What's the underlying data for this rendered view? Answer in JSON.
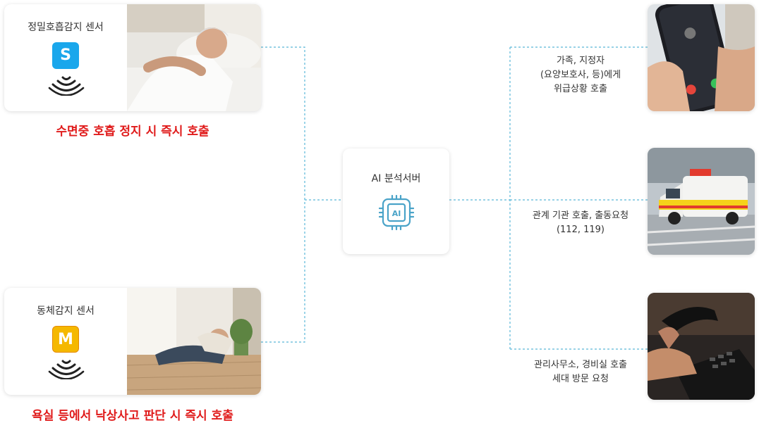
{
  "sensors": [
    {
      "title": "정밀호흡감지 센서",
      "badge": "S",
      "badge_color": "#1AA7EC",
      "caption": "수면중 호흡 정지 시 즉시 호출"
    },
    {
      "title": "동체감지 센서",
      "badge": "M",
      "badge_color": "#F5B800",
      "caption": "욕실 등에서 낙상사고 판단 시 즉시 호출"
    }
  ],
  "server": {
    "title": "AI 분석서버",
    "chip_label": "AI",
    "chip_color": "#4AA3C8"
  },
  "outputs": [
    {
      "lines": [
        "가족, 지정자",
        "(요양보호사, 등)에게",
        "위급상황 호출"
      ]
    },
    {
      "lines": [
        "관계 기관 호출, 출동요청",
        "(112, 119)"
      ]
    },
    {
      "lines": [
        "관리사무소, 경비실 호출",
        "세대 방문 요청"
      ]
    }
  ],
  "colors": {
    "connector": "#5BB8D8",
    "caption_red": "#e01b1b"
  }
}
